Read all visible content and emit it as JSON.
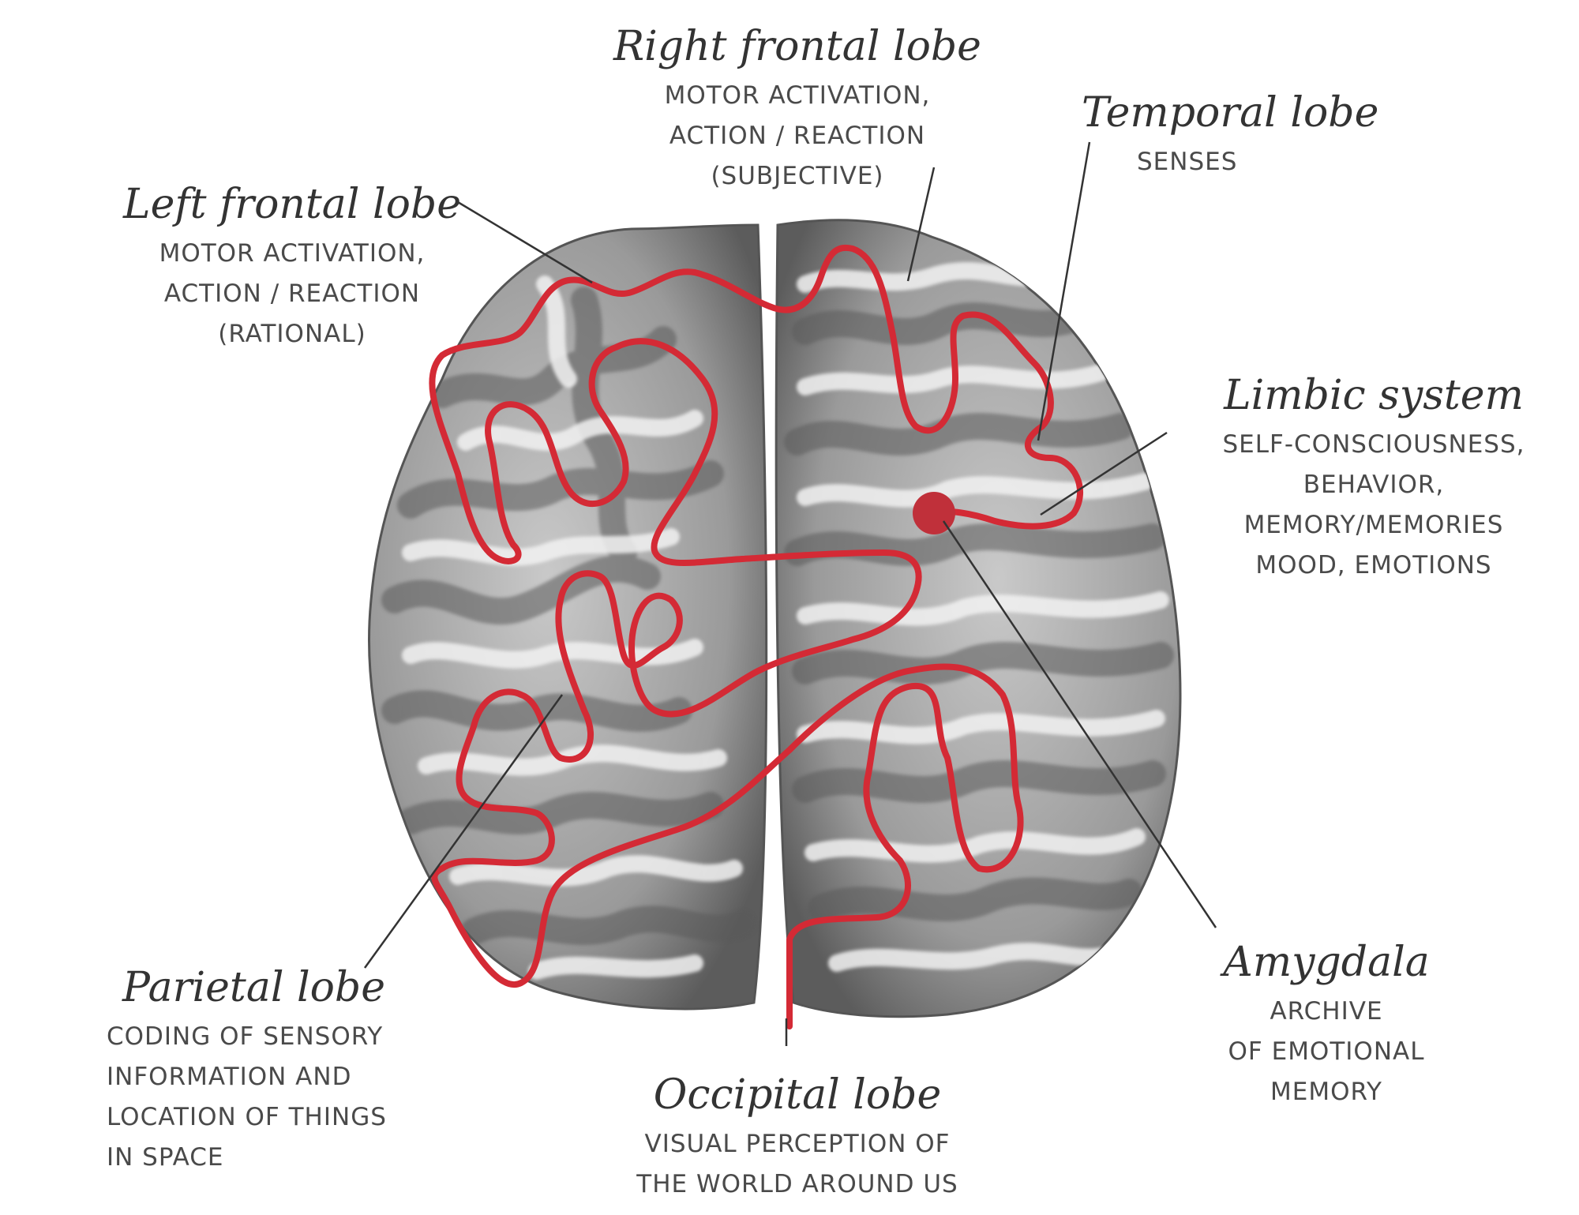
{
  "colors": {
    "accent": "#d42a35",
    "dot": "#c0303a",
    "brain_fill": "#d8d8d8",
    "brain_shadow": "#6e6e6e",
    "brain_highlight": "#f4f4f4",
    "title_text": "#333333",
    "desc_text": "#4a4a4a",
    "leader_line": "#333333"
  },
  "labels": {
    "right_frontal": {
      "title": "Right frontal lobe",
      "lines": [
        "MOTOR ACTIVATION,",
        "ACTION / REACTION",
        "(SUBJECTIVE)"
      ]
    },
    "temporal": {
      "title": "Temporal lobe",
      "lines": [
        "SENSES"
      ]
    },
    "left_frontal": {
      "title": "Left frontal lobe",
      "lines": [
        "MOTOR ACTIVATION,",
        "ACTION / REACTION",
        "(RATIONAL)"
      ]
    },
    "limbic": {
      "title": "Limbic system",
      "lines": [
        "SELF-CONSCIOUSNESS,",
        "BEHAVIOR,",
        "MEMORY/MEMORIES",
        "MOOD, EMOTIONS"
      ]
    },
    "parietal": {
      "title": "Parietal lobe",
      "lines": [
        "CODING OF SENSORY",
        "INFORMATION AND",
        "LOCATION OF THINGS",
        "IN SPACE"
      ]
    },
    "amygdala": {
      "title": "Amygdala",
      "lines": [
        "ARCHIVE",
        "OF EMOTIONAL",
        "MEMORY"
      ]
    },
    "occipital": {
      "title": "Occipital lobe",
      "lines": [
        "VISUAL PERCEPTION OF",
        "THE WORLD AROUND US"
      ]
    }
  }
}
